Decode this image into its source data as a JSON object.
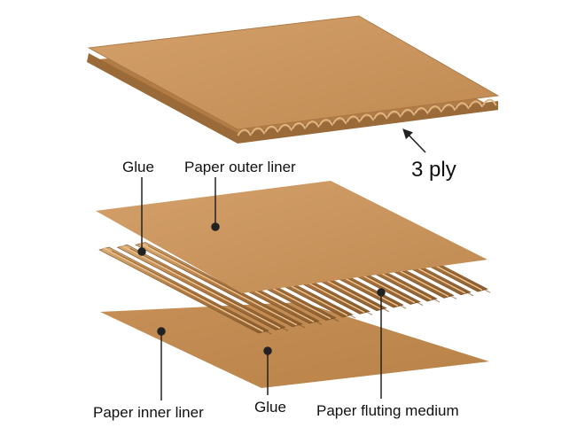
{
  "diagram": {
    "labels": {
      "three_ply": "3 ply",
      "glue_top": "Glue",
      "outer_liner": "Paper outer liner",
      "inner_liner": "Paper inner liner",
      "glue_bottom": "Glue",
      "fluting_medium": "Paper fluting medium"
    },
    "colors": {
      "paper": "#c9955c",
      "paper_dark": "#a8743f",
      "paper_light": "#d7a871",
      "edge": "#7a5329",
      "leader": "#222222"
    }
  }
}
